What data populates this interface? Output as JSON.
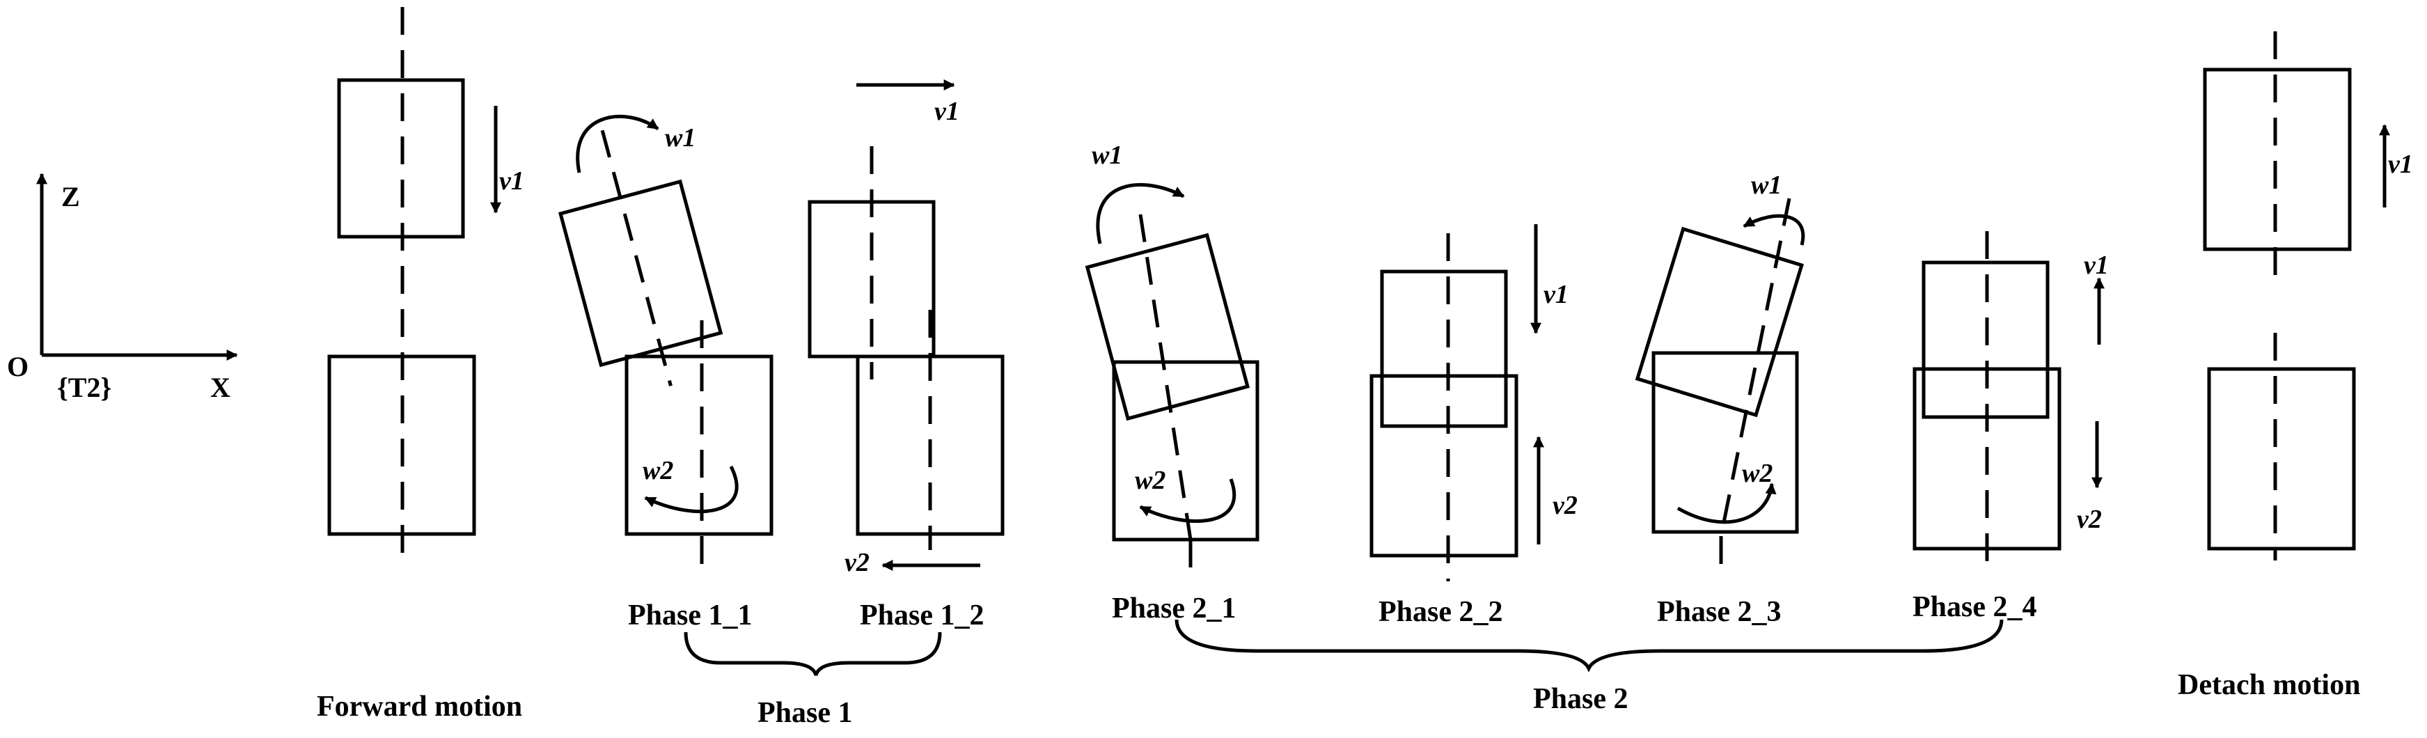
{
  "axes": {
    "origin": "O",
    "z": "Z",
    "x": "X",
    "frame": "{T2}"
  },
  "velocities": {
    "v1": "v1",
    "v2": "v2",
    "w1": "w1",
    "w2": "w2"
  },
  "stages": {
    "forward": "Forward motion",
    "p1_1": "Phase 1_1",
    "p1_2": "Phase 1_2",
    "p2_1": "Phase 2_1",
    "p2_2": "Phase 2_2",
    "p2_3": "Phase 2_3",
    "p2_4": "Phase 2_4",
    "detach": "Detach motion"
  },
  "groups": {
    "phase1": "Phase 1",
    "phase2": "Phase 2"
  }
}
